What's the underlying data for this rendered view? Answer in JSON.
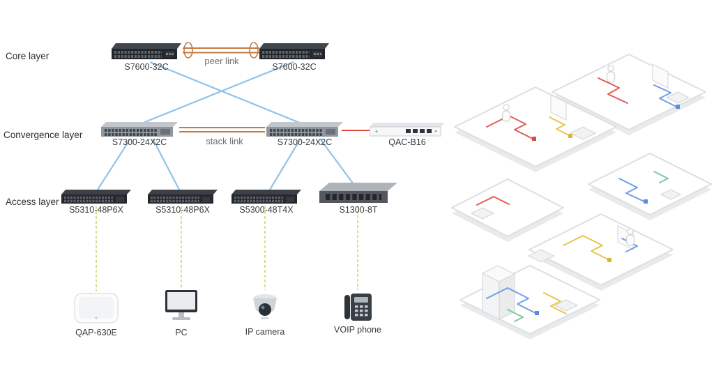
{
  "layers": {
    "core": "Core layer",
    "convergence": "Convergence layer",
    "access": "Access  layer"
  },
  "core": {
    "left": "S7600-32C",
    "right": "S7600-32C",
    "link": "peer link"
  },
  "convergence": {
    "left": "S7300-24X2C",
    "right": "S7300-24X2C",
    "link": "stack link",
    "ac": "QAC-B16"
  },
  "access": {
    "sw1": "S5310-48P6X",
    "sw2": "S5310-48P6X",
    "sw3": "S5300-48T4X",
    "sw4": "S1300-8T"
  },
  "endpoints": {
    "ap": "QAP-630E",
    "pc": "PC",
    "camera": "IP camera",
    "phone": "VOIP phone"
  },
  "colors": {
    "link_blue": "#8fc3e8",
    "link_orange": "#c4793f",
    "link_red": "#e04b42",
    "link_dashed_yellow": "#d3d36a"
  }
}
